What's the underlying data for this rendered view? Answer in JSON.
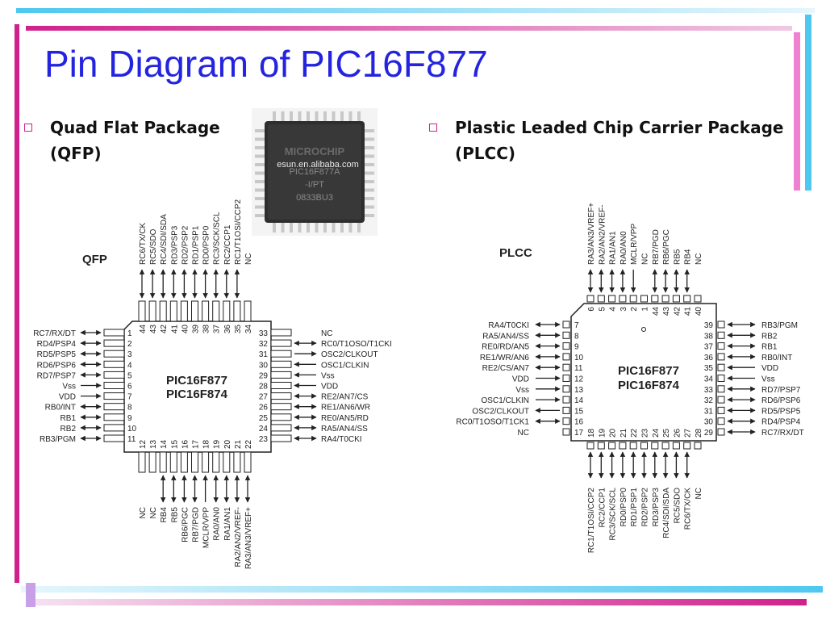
{
  "slide": {
    "title": "Pin Diagram of PIC16F877",
    "colors": {
      "title": "#2424e0",
      "accent_magenta": "#d0208c",
      "accent_cyan": "#4ec8f0",
      "accent_lavender": "#c8a0e8"
    },
    "bullets": [
      {
        "name": "Quad Flat Package",
        "abbr": "QFP"
      },
      {
        "name": "Plastic Leaded Chip Carrier Package",
        "abbr": "PLCC"
      }
    ],
    "chip_photo": {
      "brand": "MICROCHIP",
      "lines": [
        "PIC16F877A",
        "-I/PT",
        "0833BU3"
      ],
      "watermark": "esun.en.alibaba.com"
    }
  },
  "qfp": {
    "label": "QFP",
    "part_lines": [
      "PIC16F877",
      "PIC16F874"
    ],
    "left_pins": [
      {
        "num": "1",
        "name": "RC7/RX/DT",
        "dir": "io"
      },
      {
        "num": "2",
        "name": "RD4/PSP4",
        "dir": "io"
      },
      {
        "num": "3",
        "name": "RD5/PSP5",
        "dir": "io"
      },
      {
        "num": "4",
        "name": "RD6/PSP6",
        "dir": "io"
      },
      {
        "num": "5",
        "name": "RD7/PSP7",
        "dir": "io"
      },
      {
        "num": "6",
        "name": "Vss",
        "dir": "in"
      },
      {
        "num": "7",
        "name": "VDD",
        "dir": "in"
      },
      {
        "num": "8",
        "name": "RB0/INT",
        "dir": "io"
      },
      {
        "num": "9",
        "name": "RB1",
        "dir": "io"
      },
      {
        "num": "10",
        "name": "RB2",
        "dir": "io"
      },
      {
        "num": "11",
        "name": "RB3/PGM",
        "dir": "io"
      }
    ],
    "bottom_pins": [
      {
        "num": "12",
        "name": "NC",
        "dir": "none"
      },
      {
        "num": "13",
        "name": "NC",
        "dir": "none"
      },
      {
        "num": "14",
        "name": "RB4",
        "dir": "io"
      },
      {
        "num": "15",
        "name": "RB5",
        "dir": "io"
      },
      {
        "num": "16",
        "name": "RB6/PGC",
        "dir": "io"
      },
      {
        "num": "17",
        "name": "RB7/PGD",
        "dir": "io"
      },
      {
        "num": "18",
        "name": "MCLR/VPP",
        "dir": "in"
      },
      {
        "num": "19",
        "name": "RA0/AN0",
        "dir": "io"
      },
      {
        "num": "20",
        "name": "RA1/AN1",
        "dir": "io"
      },
      {
        "num": "21",
        "name": "RA2/AN2/VREF-",
        "dir": "io"
      },
      {
        "num": "22",
        "name": "RA3/AN3/VREF+",
        "dir": "io"
      }
    ],
    "right_pins": [
      {
        "num": "33",
        "name": "NC",
        "dir": "none"
      },
      {
        "num": "32",
        "name": "RC0/T1OSO/T1CKI",
        "dir": "io"
      },
      {
        "num": "31",
        "name": "OSC2/CLKOUT",
        "dir": "out"
      },
      {
        "num": "30",
        "name": "OSC1/CLKIN",
        "dir": "in"
      },
      {
        "num": "29",
        "name": "Vss",
        "dir": "in"
      },
      {
        "num": "28",
        "name": "VDD",
        "dir": "in"
      },
      {
        "num": "27",
        "name": "RE2/AN7/CS",
        "dir": "io"
      },
      {
        "num": "26",
        "name": "RE1/AN6/WR",
        "dir": "io"
      },
      {
        "num": "25",
        "name": "RE0/AN5/RD",
        "dir": "io"
      },
      {
        "num": "24",
        "name": "RA5/AN4/SS",
        "dir": "io"
      },
      {
        "num": "23",
        "name": "RA4/T0CKI",
        "dir": "io"
      }
    ],
    "top_pins": [
      {
        "num": "44",
        "name": "RC6/TX/CK",
        "dir": "io"
      },
      {
        "num": "43",
        "name": "RC5/SDO",
        "dir": "io"
      },
      {
        "num": "42",
        "name": "RC4/SDI/SDA",
        "dir": "io"
      },
      {
        "num": "41",
        "name": "RD3/PSP3",
        "dir": "io"
      },
      {
        "num": "40",
        "name": "RD2/PSP2",
        "dir": "io"
      },
      {
        "num": "39",
        "name": "RD1/PSP1",
        "dir": "io"
      },
      {
        "num": "38",
        "name": "RD0/PSP0",
        "dir": "io"
      },
      {
        "num": "37",
        "name": "RC3/SCK/SCL",
        "dir": "io"
      },
      {
        "num": "36",
        "name": "RC2/CCP1",
        "dir": "io"
      },
      {
        "num": "35",
        "name": "RC1/T1OSI/CCP2",
        "dir": "io"
      },
      {
        "num": "34",
        "name": "NC",
        "dir": "none"
      }
    ]
  },
  "plcc": {
    "label": "PLCC",
    "part_lines": [
      "PIC16F877",
      "PIC16F874"
    ],
    "left_pins": [
      {
        "num": "7",
        "name": "RA4/T0CKI",
        "dir": "io"
      },
      {
        "num": "8",
        "name": "RA5/AN4/SS",
        "dir": "io"
      },
      {
        "num": "9",
        "name": "RE0/RD/AN5",
        "dir": "io"
      },
      {
        "num": "10",
        "name": "RE1/WR/AN6",
        "dir": "io"
      },
      {
        "num": "11",
        "name": "RE2/CS/AN7",
        "dir": "io"
      },
      {
        "num": "12",
        "name": "VDD",
        "dir": "in"
      },
      {
        "num": "13",
        "name": "Vss",
        "dir": "in"
      },
      {
        "num": "14",
        "name": "OSC1/CLKIN",
        "dir": "in"
      },
      {
        "num": "15",
        "name": "OSC2/CLKOUT",
        "dir": "out"
      },
      {
        "num": "16",
        "name": "RC0/T1OSO/T1CK1",
        "dir": "io"
      },
      {
        "num": "17",
        "name": "NC",
        "dir": "none"
      }
    ],
    "bottom_pins": [
      {
        "num": "18",
        "name": "RC1/T1OSI/CCP2",
        "dir": "io"
      },
      {
        "num": "19",
        "name": "RC2/CCP1",
        "dir": "io"
      },
      {
        "num": "20",
        "name": "RC3/SCK/SCL",
        "dir": "io"
      },
      {
        "num": "21",
        "name": "RD0/PSP0",
        "dir": "io"
      },
      {
        "num": "22",
        "name": "RD1/PSP1",
        "dir": "io"
      },
      {
        "num": "23",
        "name": "RD2/PSP2",
        "dir": "io"
      },
      {
        "num": "24",
        "name": "RD3/PSP3",
        "dir": "io"
      },
      {
        "num": "25",
        "name": "RC4/SDI/SDA",
        "dir": "io"
      },
      {
        "num": "26",
        "name": "RC5/SDO",
        "dir": "io"
      },
      {
        "num": "27",
        "name": "RC6/TX/CK",
        "dir": "io"
      },
      {
        "num": "28",
        "name": "NC",
        "dir": "none"
      }
    ],
    "right_pins": [
      {
        "num": "39",
        "name": "RB3/PGM",
        "dir": "io"
      },
      {
        "num": "38",
        "name": "RB2",
        "dir": "io"
      },
      {
        "num": "37",
        "name": "RB1",
        "dir": "io"
      },
      {
        "num": "36",
        "name": "RB0/INT",
        "dir": "io"
      },
      {
        "num": "35",
        "name": "VDD",
        "dir": "in"
      },
      {
        "num": "34",
        "name": "Vss",
        "dir": "in"
      },
      {
        "num": "33",
        "name": "RD7/PSP7",
        "dir": "io"
      },
      {
        "num": "32",
        "name": "RD6/PSP6",
        "dir": "io"
      },
      {
        "num": "31",
        "name": "RD5/PSP5",
        "dir": "io"
      },
      {
        "num": "30",
        "name": "RD4/PSP4",
        "dir": "io"
      },
      {
        "num": "29",
        "name": "RC7/RX/DT",
        "dir": "io"
      }
    ],
    "top_pins": [
      {
        "num": "6",
        "name": "RA3/AN3/VREF+",
        "dir": "io"
      },
      {
        "num": "5",
        "name": "RA2/AN2/VREF-",
        "dir": "io"
      },
      {
        "num": "4",
        "name": "RA1/AN1",
        "dir": "io"
      },
      {
        "num": "3",
        "name": "RA0/AN0",
        "dir": "io"
      },
      {
        "num": "2",
        "name": "MCLR/VPP",
        "dir": "in"
      },
      {
        "num": "1",
        "name": "NC",
        "dir": "none"
      },
      {
        "num": "44",
        "name": "RB7/PGD",
        "dir": "io"
      },
      {
        "num": "43",
        "name": "RB6/PGC",
        "dir": "io"
      },
      {
        "num": "42",
        "name": "RB5",
        "dir": "io"
      },
      {
        "num": "41",
        "name": "RB4",
        "dir": "io"
      },
      {
        "num": "40",
        "name": "NC",
        "dir": "none"
      }
    ]
  }
}
